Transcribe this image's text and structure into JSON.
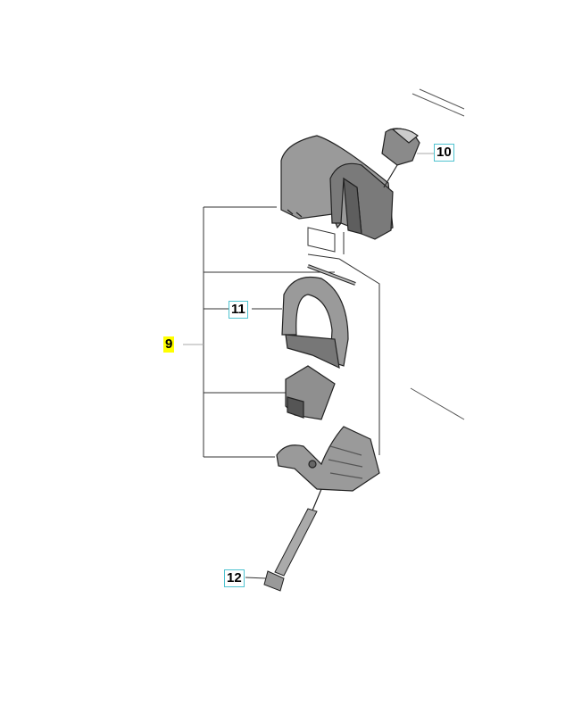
{
  "callouts": [
    {
      "id": "label-10",
      "text": "10",
      "style": "boxed"
    },
    {
      "id": "label-11",
      "text": "11",
      "style": "boxed"
    },
    {
      "id": "label-9",
      "text": "9",
      "style": "highlighted"
    },
    {
      "id": "label-12",
      "text": "12",
      "style": "boxed"
    }
  ],
  "colors": {
    "box_border": "#4fc3d0",
    "highlight": "#ffff00",
    "part_fill": "#9a9a9a",
    "part_shade": "#6e6e6e"
  }
}
